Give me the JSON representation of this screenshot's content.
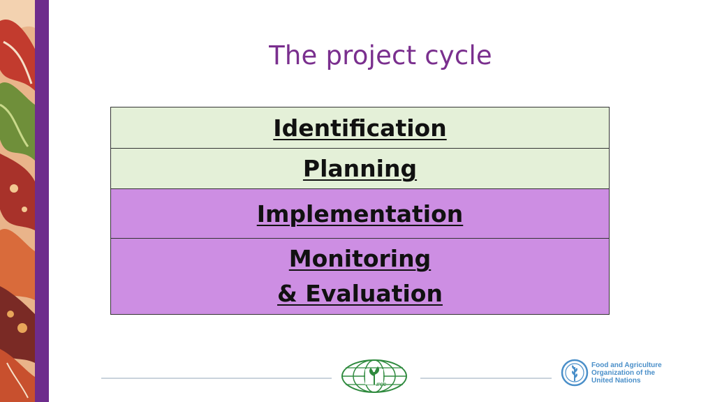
{
  "slide": {
    "title": "The project cycle",
    "stages": [
      {
        "label": "Identification",
        "color": "#e4f0d8"
      },
      {
        "label": "Planning",
        "color": "#e4f0d8"
      },
      {
        "label": "Implementation",
        "color": "#cd8ee3"
      },
      {
        "label_line1": "Monitoring",
        "label_line2": "& Evaluation",
        "color": "#cd8ee3"
      }
    ],
    "accent_color": "#6e2c8c"
  },
  "footer": {
    "ippc_logo": "ippc-logo-icon",
    "ippc_label": "IPPC",
    "fao_logo": "fao-logo-icon",
    "fao_lines": [
      "Food and Agriculture",
      "Organization of the",
      "United Nations"
    ]
  }
}
